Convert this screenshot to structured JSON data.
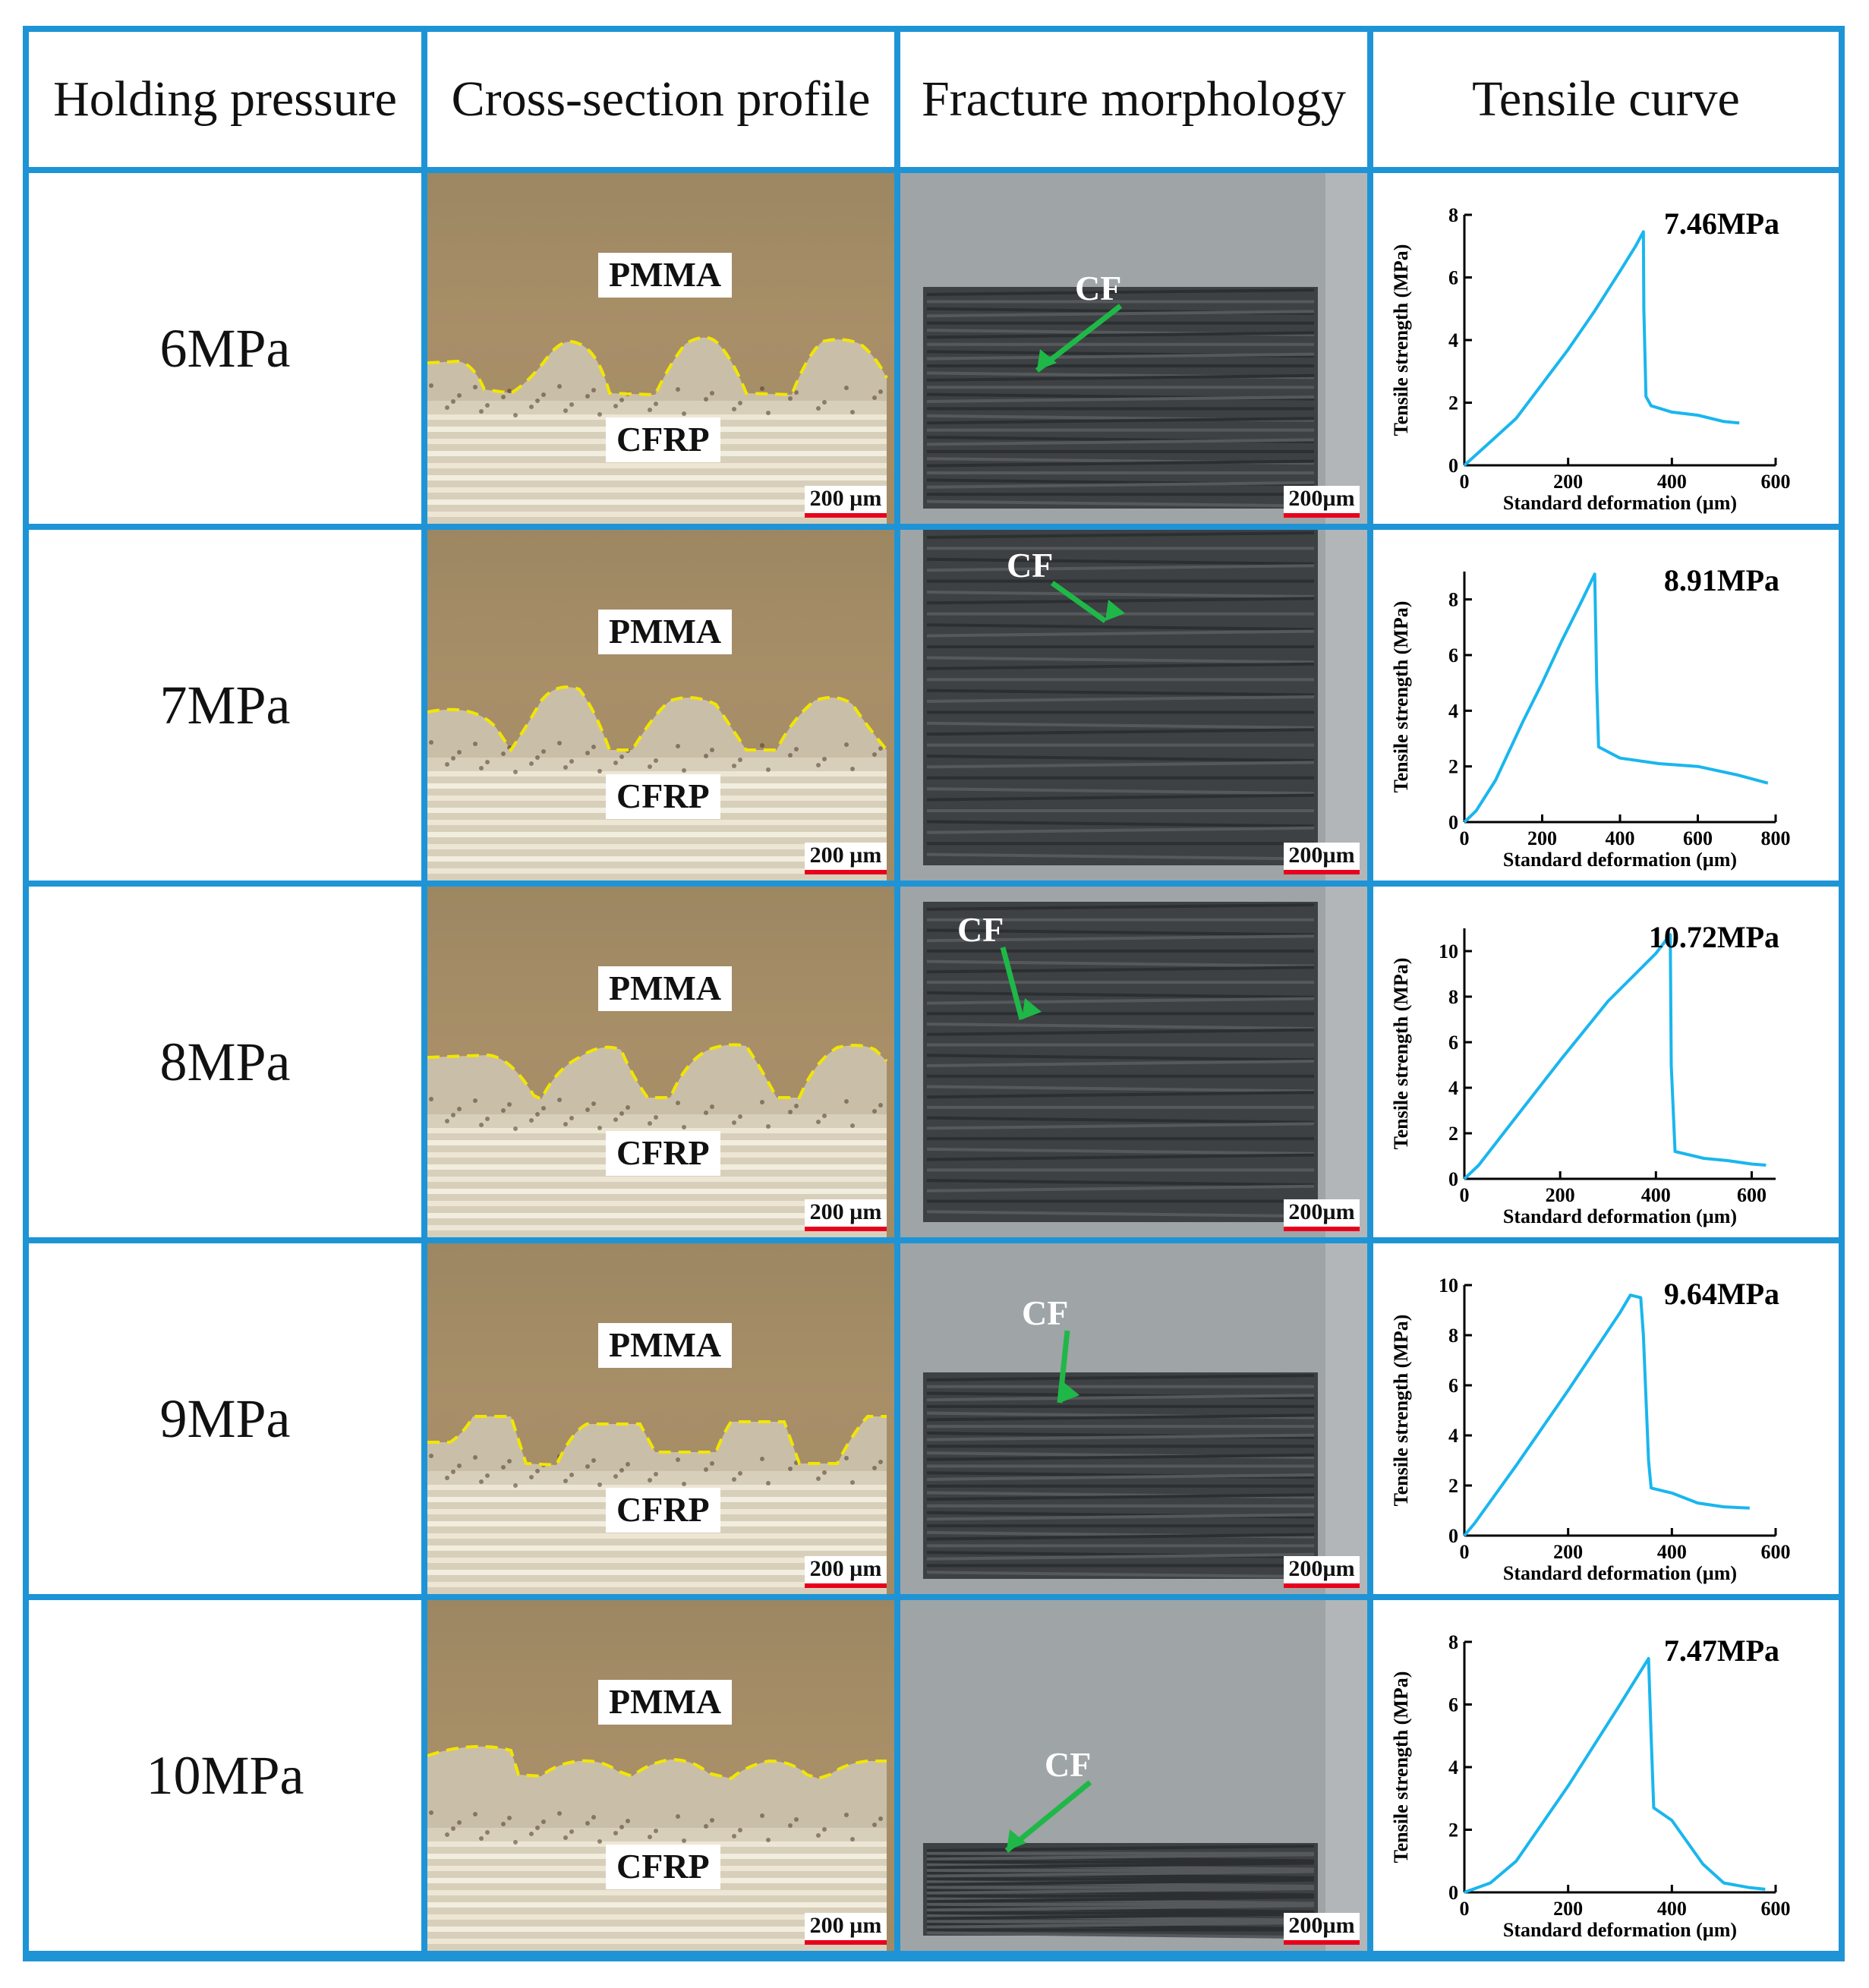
{
  "headers": {
    "holding_pressure": "Holding pressure",
    "cross_section": "Cross-section profile",
    "fracture": "Fracture morphology",
    "tensile": "Tensile curve"
  },
  "labels": {
    "pmma": "PMMA",
    "cfrp": "CFRP",
    "cf": "CF",
    "scale_cross": "200 µm",
    "scale_fracture": "200µm"
  },
  "colors": {
    "grid_border": "#1e94d6",
    "curve": "#1ab6ee",
    "dashed_interface": "#f2e600",
    "cf_arrow": "#1fb848",
    "scale_bar": "#e8001c",
    "pmma_bg": "#a08a66"
  },
  "rows": [
    {
      "pressure": "6MPa",
      "peak_label": "7.46MPa"
    },
    {
      "pressure": "7MPa",
      "peak_label": "8.91MPa"
    },
    {
      "pressure": "8MPa",
      "peak_label": "10.72MPa"
    },
    {
      "pressure": "9MPa",
      "peak_label": "9.64MPa"
    },
    {
      "pressure": "10MPa",
      "peak_label": "7.47MPa"
    }
  ],
  "chart_data": [
    {
      "type": "line",
      "xlabel": "Standard deformation (µm)",
      "ylabel": "Tensile strength (MPa)",
      "xlim": [
        0,
        600
      ],
      "ylim": [
        0,
        8
      ],
      "xticks": [
        0,
        200,
        400,
        600
      ],
      "yticks": [
        0,
        2,
        4,
        6,
        8
      ],
      "annotation": "7.46MPa",
      "x": [
        0,
        50,
        100,
        150,
        200,
        250,
        300,
        330,
        345,
        346,
        350,
        360,
        400,
        450,
        500,
        530
      ],
      "y": [
        0,
        0.75,
        1.5,
        2.6,
        3.7,
        4.9,
        6.2,
        7.0,
        7.46,
        5.0,
        2.2,
        1.9,
        1.7,
        1.6,
        1.4,
        1.35
      ]
    },
    {
      "type": "line",
      "xlabel": "Standard deformation (µm)",
      "ylabel": "Tensile strength (MPa)",
      "xlim": [
        0,
        800
      ],
      "ylim": [
        0,
        9
      ],
      "xticks": [
        0,
        200,
        400,
        600,
        800
      ],
      "yticks": [
        0,
        2,
        4,
        6,
        8
      ],
      "annotation": "8.91MPa",
      "x": [
        0,
        30,
        80,
        150,
        200,
        250,
        300,
        335,
        340,
        345,
        400,
        500,
        600,
        700,
        780
      ],
      "y": [
        0,
        0.4,
        1.5,
        3.6,
        5.0,
        6.5,
        7.9,
        8.91,
        5.0,
        2.7,
        2.3,
        2.1,
        2.0,
        1.7,
        1.4
      ]
    },
    {
      "type": "line",
      "xlabel": "Standard deformation (µm)",
      "ylabel": "Tensile strength (MPa)",
      "xlim": [
        0,
        650
      ],
      "ylim": [
        0,
        11
      ],
      "xticks": [
        0,
        200,
        400,
        600
      ],
      "yticks": [
        0,
        2,
        4,
        6,
        8,
        10
      ],
      "annotation": "10.72MPa",
      "x": [
        0,
        30,
        100,
        200,
        300,
        400,
        430,
        432,
        440,
        500,
        550,
        600,
        630
      ],
      "y": [
        0,
        0.6,
        2.5,
        5.2,
        7.8,
        9.9,
        10.72,
        5.0,
        1.2,
        0.9,
        0.8,
        0.65,
        0.6
      ]
    },
    {
      "type": "line",
      "xlabel": "Standard deformation (µm)",
      "ylabel": "Tensile strength (MPa)",
      "xlim": [
        0,
        600
      ],
      "ylim": [
        0,
        10
      ],
      "xticks": [
        0,
        200,
        400,
        600
      ],
      "yticks": [
        0,
        2,
        4,
        6,
        8,
        10
      ],
      "annotation": "9.64MPa",
      "x": [
        0,
        20,
        100,
        200,
        300,
        320,
        340,
        345,
        355,
        360,
        400,
        450,
        500,
        550
      ],
      "y": [
        0,
        0.5,
        2.8,
        5.8,
        8.9,
        9.6,
        9.5,
        8.0,
        3.0,
        1.9,
        1.7,
        1.3,
        1.15,
        1.1
      ]
    },
    {
      "type": "line",
      "xlabel": "Standard deformation (µm)",
      "ylabel": "Tensile strength (MPa)",
      "xlim": [
        0,
        600
      ],
      "ylim": [
        0,
        8
      ],
      "xticks": [
        0,
        200,
        400,
        600
      ],
      "yticks": [
        0,
        2,
        4,
        6,
        8
      ],
      "annotation": "7.47MPa",
      "x": [
        0,
        50,
        100,
        200,
        300,
        355,
        360,
        365,
        400,
        430,
        460,
        500,
        550,
        580
      ],
      "y": [
        0,
        0.3,
        1.0,
        3.4,
        6.0,
        7.47,
        5.0,
        2.7,
        2.3,
        1.6,
        0.9,
        0.3,
        0.15,
        0.1
      ]
    }
  ]
}
